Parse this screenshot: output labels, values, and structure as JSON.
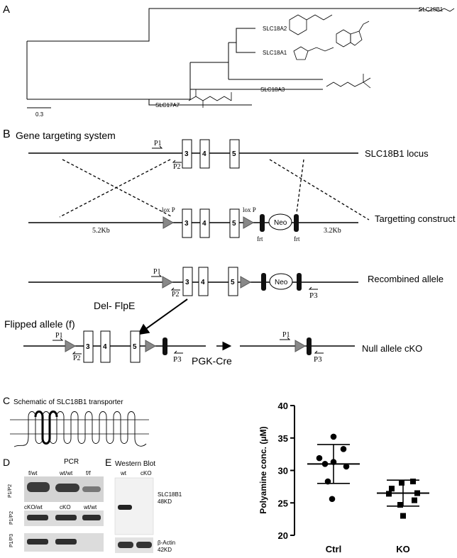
{
  "panels": {
    "A": {
      "label": "A",
      "leaves": [
        "SLC18B1",
        "SLC18A2",
        "SLC18A1",
        "SLC18A3",
        "SLC17A7"
      ],
      "scale_label": "0.3"
    },
    "B": {
      "label": "B",
      "title": "Gene targeting system",
      "rows": {
        "locus": "SLC18B1 locus",
        "construct": "Targetting construct",
        "recombined": "Recombined allele",
        "flipped": "Flipped allele (f)",
        "null": "Null allele cKO"
      },
      "exons": [
        "3",
        "4",
        "5"
      ],
      "primers": [
        "P1",
        "P2",
        "P3"
      ],
      "loxp": "lox P",
      "frt": "frt",
      "neo": "Neo",
      "arm_left": "5.2Kb",
      "arm_right": "3.2Kb",
      "del_flpe": "Del- FlpE",
      "pgk_cre": "PGK-Cre"
    },
    "C": {
      "label": "C",
      "title": "Schematic of SLC18B1 transporter"
    },
    "D": {
      "label": "D",
      "title": "PCR",
      "lanes_top": [
        "f/wt",
        "wt/wt",
        "f/f"
      ],
      "lanes_mid": [
        "cKO/wt",
        "cKO",
        "wt/wt"
      ],
      "row_labels": [
        "P1/P2",
        "P1/P2",
        "P1/P3"
      ]
    },
    "E": {
      "label": "E",
      "title": "Western Blot",
      "lanes": [
        "wt",
        "cKO"
      ],
      "band1": "SLC18B1",
      "band1_size": "48KD",
      "band2": "β-Actin",
      "band2_size": "42KD"
    }
  },
  "chart_data": {
    "type": "scatter",
    "ylabel": "Polyamine conc. (μM)",
    "categories": [
      "Ctrl",
      "KO"
    ],
    "ylim": [
      20,
      40
    ],
    "yticks": [
      "20",
      "25",
      "30",
      "35",
      "40"
    ],
    "series": [
      {
        "name": "Ctrl",
        "marker": "circle",
        "values": [
          35.2,
          33.3,
          31.9,
          31.3,
          31.0,
          30.6,
          28.3,
          25.6
        ],
        "mean": 31.0,
        "sd": 3.0
      },
      {
        "name": "KO",
        "marker": "square",
        "values": [
          28.3,
          28.1,
          27.2,
          26.5,
          26.4,
          25.4,
          24.7,
          23.0
        ],
        "mean": 26.5,
        "sd": 2.0
      }
    ]
  }
}
